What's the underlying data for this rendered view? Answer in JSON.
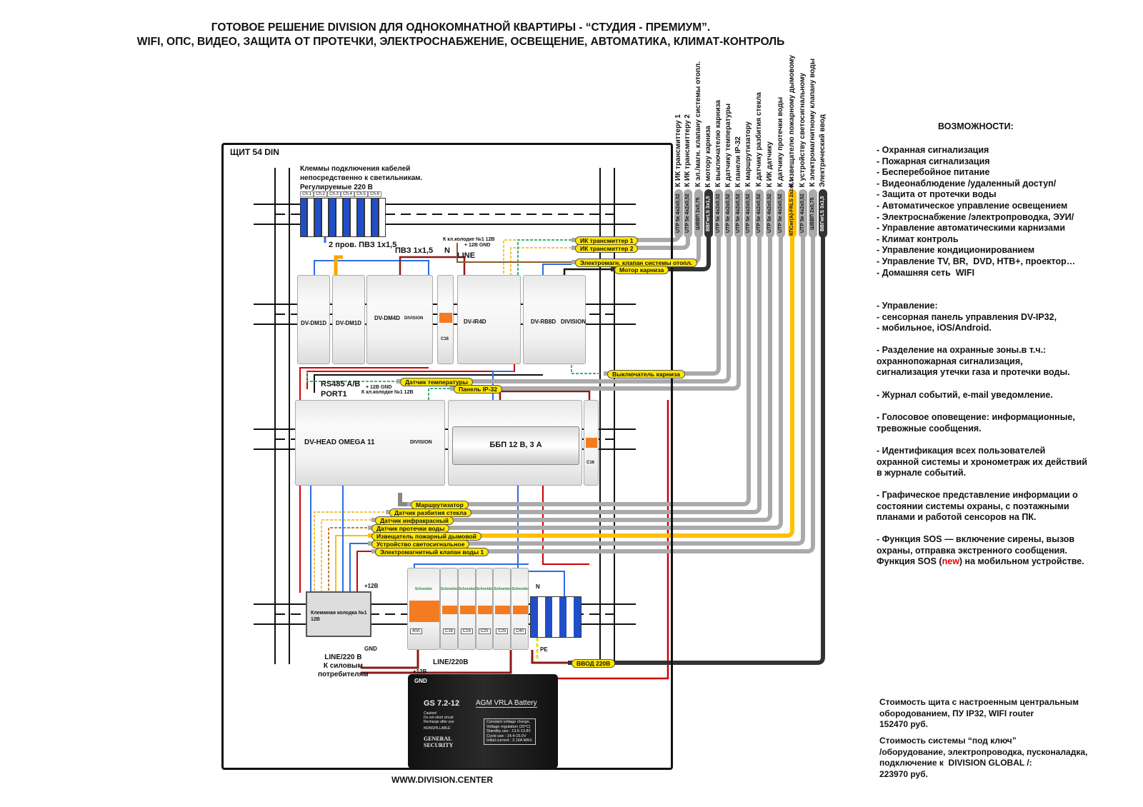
{
  "title": {
    "line1": "ГОТОВОЕ РЕШЕНИЕ DIVISION ДЛЯ ОДНОКОМНАТНОЙ КВАРТИРЫ  - “СТУДИЯ - ПРЕМИУМ”.",
    "line2": "WIFI, ОПС, ВИДЕО, ЗАЩИТА ОТ ПРОТЕЧКИ, ЭЛЕКТРОСНАБЖЕНИЕ, ОСВЕЩЕНИЕ, АВТОМАТИКА, КЛИМАТ-КОНТРОЛЬ"
  },
  "panel": {
    "label": "ЩИТ 54 DIN",
    "terminals_note": [
      "Клеммы подключения кабелей",
      "непосредственно к светильникам.",
      "Регулируемые 220 В"
    ],
    "channels": [
      "Ch.1",
      "Ch.2",
      "Ch.3",
      "Ch.4",
      "Ch.5",
      "Ch.6"
    ],
    "wire_note": "2 пров. ПВЗ  1x1,5",
    "pv3": "ПВЗ  1x1,5",
    "n": "N",
    "line": "LINE",
    "kl_note_top": "К кл.колодке №1 12В",
    "plus12_gnd_top": "+ 12В  GND",
    "rs485": "RS485 A/B",
    "port1": "PORT1",
    "plus12_gnd_mid": "+ 12В   GND",
    "kl_note_mid": "К кл.колодке №1 12В",
    "plus12b": "+12В",
    "gnd": "GND",
    "terminal_block": [
      "Клеммная колодка №1",
      "12В"
    ],
    "n2": "N",
    "pe": "PE",
    "line220_left": [
      "LINE/220 В",
      "К силовым",
      "потребителям"
    ],
    "line220b": "LINE/220B",
    "batt_plus": "+12В",
    "batt_gnd": "GND",
    "website": "WWW.DIVISION.CENTER"
  },
  "modules": {
    "dm1d_a": "DV-DM1D",
    "dm1d_b": "DV-DM1D",
    "dm4d": "DV-DM4D",
    "ir4d": "DV-IR4D",
    "rb8d": "DV-RB8D",
    "head": "DV-HEAD OMEGA 11",
    "ups": "ББП 12 В, 3 А",
    "brand": "DIVISION",
    "breaker_brand": "Schneider",
    "breaker_top": "C16",
    "breaker_ups": "C16",
    "breakers": [
      "40A",
      "C16",
      "C16",
      "C25",
      "C25",
      "C40"
    ]
  },
  "battery": {
    "model": "GS  7.2-12",
    "type": "AGM VRLA Battery",
    "caution": [
      "Caution!",
      "Do not short circuit",
      "Recharge after use"
    ],
    "nonspill": "NONSPILLABLE",
    "brand": [
      "GENERAL",
      "SECURITY"
    ],
    "charge": [
      "Constant voltage charge,",
      "Voltage regulation (20°C)"
    ],
    "specs": [
      "Standby use : 13.5-13.8V",
      "Cycle use : 14.4-15.0V",
      "Initial current : 2.16A MAX."
    ]
  },
  "inner_labels": [
    "ИК трансмиттер 1",
    "ИК трансмиттер 2",
    "Электромагн. клапан системы отопл.",
    "Мотор карниза",
    "Выключатель карниза",
    "Датчик температуры",
    "Панель IP-32",
    "Маршрутизатор",
    "Датчик разбития стекла",
    "Датчик инфракрасный",
    "Датчик протечки воды",
    "Извещатель пожарный дымовой",
    "Устройство светосигнальное",
    "Электромагнитный клапан воды 1",
    "ВВОД 220В"
  ],
  "cables": [
    {
      "dest": "К ИК трансмиттеру 1",
      "spec": "UTP 5e 4x2x0,52",
      "color": "#aaaaaa"
    },
    {
      "dest": "К ИК трансмиттеру 2",
      "spec": "UTP 5e 4x2x0,52",
      "color": "#aaaaaa"
    },
    {
      "dest": "К эл./магн. клапану системы отопл.",
      "spec": "ШВВП 2x0,75",
      "color": "#aaaaaa"
    },
    {
      "dest": "К мотору карниза",
      "spec": "ВВГнгLS 3x1,5",
      "color": "#333333"
    },
    {
      "dest": "К выключателю карниза",
      "spec": "UTP 5e 4x2x0,52",
      "color": "#aaaaaa"
    },
    {
      "dest": "К датчику температуры",
      "spec": "UTP 5e 4x2x0,52",
      "color": "#aaaaaa"
    },
    {
      "dest": "К панели IP-32",
      "spec": "UTP 5e 4x2x0,52",
      "color": "#aaaaaa"
    },
    {
      "dest": "К маршрутизатору",
      "spec": "UTP 5e 4x2x0,52",
      "color": "#aaaaaa"
    },
    {
      "dest": "К датчику разбития стекла",
      "spec": "UTP 5e 4x2x0,52",
      "color": "#aaaaaa"
    },
    {
      "dest": "К ИК датчику",
      "spec": "UTP 5e 4x2x0,52",
      "color": "#aaaaaa"
    },
    {
      "dest": "К датчику протечки воды",
      "spec": "UTP 5e 4x2x0,52",
      "color": "#aaaaaa"
    },
    {
      "dest": "К извещателю пожарному дымовому",
      "spec": "КПСнг(А)-FRLS 2x2x0,5",
      "color": "#ffc000"
    },
    {
      "dest": "К устройству светосигнальному",
      "spec": "UTP 5e 4x2x0,52",
      "color": "#aaaaaa"
    },
    {
      "dest": "К электромагнитному клапану воды",
      "spec": "ШВВП 2x0,75",
      "color": "#aaaaaa"
    },
    {
      "dest": "Электрический ввод",
      "spec": "ВВГнгLS 3x1,5",
      "color": "#333333"
    }
  ],
  "features": {
    "heading": "ВОЗМОЖНОСТИ:",
    "list": "- Охранная сигнализация\n- Пожарная сигнализация\n- Бесперебойное питание\n- Видеонаблюдение /удаленный доступ/\n- Защита от протечки воды\n- Автоматическое управление освещением\n- Электроснабжение /электропроводка, ЭУИ/\n- Управление автоматическими карнизами\n- Климат контроль\n- Управление кондиционированием\n- Управление TV, BR,  DVD, HTB+, проектор…\n- Домашняя сеть  WIFI",
    "control": "- Управление:\n- сенсорная панель управления DV-IP32,\n- мобильное, iOS/Android.",
    "zones": "- Разделение на охранные зоны.в т.ч.:\nохраннопожарная сигнализация,\nсигнализация утечки газа и протечки воды.",
    "journal": "- Журнал событий, e-mail уведомление.",
    "voice": "- Голосовое оповещение: информационные,\nтревожные сообщения.",
    "ident": "- Идентификация всех пользователей\nохранной системы и хронометраж их действий\nв журнале событий.",
    "graphic": "- Графическое представление информации о\nсостоянии системы охраны, с поэтажными\nпланами и работой сенсоров на ПК.",
    "sos1": "- Функция SOS — включение сирены, вызов\nохраны, отправка экстренного сообщения.",
    "sos2_a": "Функция SOS (",
    "sos2_new": "new",
    "sos2_b": ") на мобильном устройстве.",
    "new_color": "#e00000"
  },
  "prices": {
    "p1": "Стоимость щита с настроенным центральным\nобородованием, ПУ IP32, WIFI router\n152470 руб.",
    "p2": "Стоимость системы “под ключ”\n/оборудование, электропроводка, пусконаладка,\nподключение к  DIVISION GLOBAL /:\n223970 руб."
  }
}
